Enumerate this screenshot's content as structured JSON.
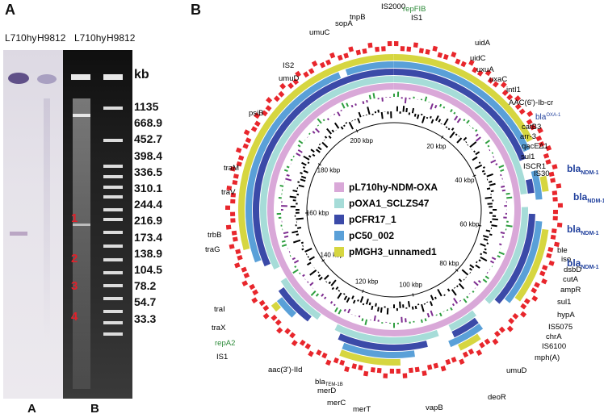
{
  "panel_a": {
    "label": "A",
    "lane_labels": [
      "L710hy",
      "H9812",
      "L710hy",
      "H9812"
    ],
    "bottom_labels": [
      "A",
      "B"
    ],
    "unit": "kb",
    "sizes": [
      "1135",
      "668.9",
      "452.7",
      "398.4",
      "336.5",
      "310.1",
      "244.4",
      "216.9",
      "173.4",
      "138.9",
      "104.5",
      "78.2",
      "54.7",
      "33.3"
    ],
    "band_numbers": [
      "1",
      "2",
      "3",
      "4"
    ]
  },
  "panel_b": {
    "label": "B",
    "legend": [
      {
        "name": "pL710hy-NDM-OXA",
        "color": "#d9a8d8"
      },
      {
        "name": "pOXA1_SCLZS47",
        "color": "#a6dcd8"
      },
      {
        "name": "pCFR17_1",
        "color": "#3b4aa8"
      },
      {
        "name": "pC50_002",
        "color": "#5aa0d8"
      },
      {
        "name": "pMGH3_unnamed1",
        "color": "#d6d640"
      }
    ],
    "ticks": [
      "20 kbp",
      "40 kbp",
      "60 kbp",
      "80 kbp",
      "100 kbp",
      "120 kbp",
      "140 kbp",
      "160 kbp",
      "180 kbp",
      "200 kbp"
    ],
    "genes": [
      "IS2000",
      "repFIB",
      "IS1",
      "tnpB",
      "sopA",
      "umuC",
      "IS2",
      "umuD",
      "psiB",
      "traM",
      "traV",
      "trbB",
      "traG",
      "traI",
      "traX",
      "repA2",
      "IS1",
      "aac(3')-IId",
      "bla",
      "merD",
      "merC",
      "merT",
      "vapB",
      "deoR",
      "umuD",
      "mph(A)",
      "IS6100",
      "chrA",
      "IS5075",
      "hypA",
      "sul1",
      "ampR",
      "cutA",
      "dsbD",
      "iso",
      "ble",
      "IS30",
      "ISCR1",
      "sul1",
      "qacE∆1",
      "arr-3",
      "catB3",
      "AAC(6')-Ib-cr",
      "intI1",
      "uxaC",
      "uxuA",
      "uidC",
      "uidA"
    ],
    "bla_tem_sub": "TEM-1B",
    "bla_oxa": {
      "main": "bla",
      "sub": "OXA-1"
    },
    "bla_ndm": {
      "main": "bla",
      "sub": "NDM-1",
      "copies": 4
    }
  }
}
